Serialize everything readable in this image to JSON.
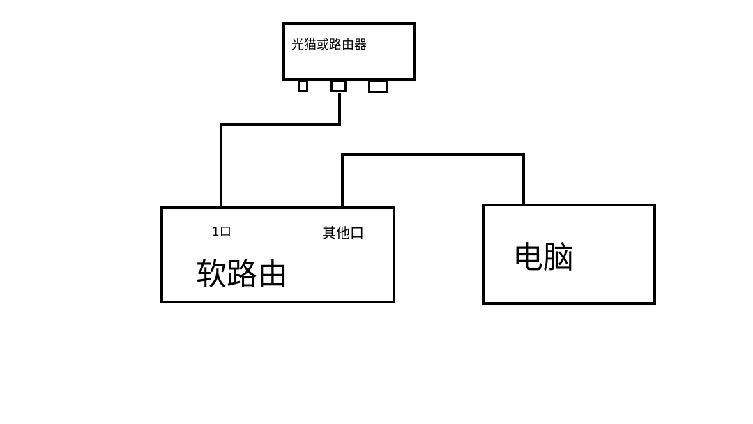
{
  "diagram": {
    "line_color": "#000000",
    "background": "#ffffff",
    "modem": {
      "label": "光猫或路由器",
      "ports": [
        "port-left",
        "port-middle",
        "port-right"
      ]
    },
    "soft_router": {
      "label": "软路由",
      "port_1_label": "1口",
      "port_other_label": "其他口"
    },
    "computer": {
      "label": "电脑"
    }
  }
}
